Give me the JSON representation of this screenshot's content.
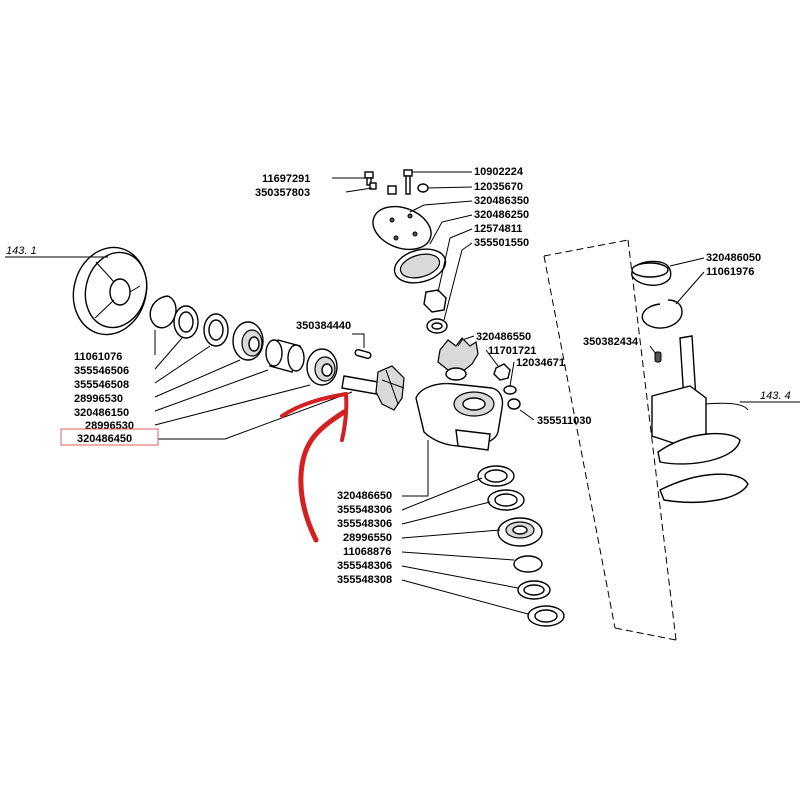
{
  "labels": {
    "fig_left": "143. 1",
    "fig_right": "143. 4",
    "p11697291": "11697291",
    "p350357803": "350357803",
    "p10902224": "10902224",
    "p12035670": "12035670",
    "p320486350": "320486350",
    "p320486250": "320486250",
    "p12574811": "12574811",
    "p355501550": "355501550",
    "p350384440": "350384440",
    "p320486550": "320486550",
    "p11701721": "11701721",
    "p12034671": "12034671",
    "p355511030": "355511030",
    "p320486050": "320486050",
    "p11061976": "11061976",
    "p350382434": "350382434",
    "p11061076": "11061076",
    "p355546506": "355546506",
    "p355546508": "355546508",
    "p28996530a": "28996530",
    "p320486150": "320486150",
    "p28996530b": "28996530",
    "p320486450": "320486450",
    "p320486650": "320486650",
    "p355548306a": "355548306",
    "p355548306b": "355548306",
    "p28996550": "28996550",
    "p11068876": "11068876",
    "p355548306c": "355548306",
    "p355548308": "355548308"
  },
  "colors": {
    "highlight_box": "#e06060",
    "arrow": "#d42020",
    "ink": "#000000"
  }
}
